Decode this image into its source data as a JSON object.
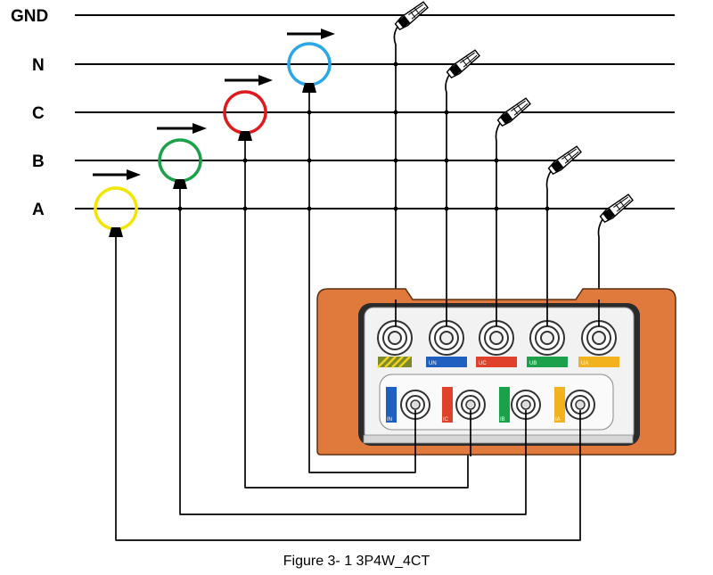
{
  "buses": [
    {
      "id": "gnd",
      "label": "GND"
    },
    {
      "id": "n",
      "label": "N"
    },
    {
      "id": "c",
      "label": "C"
    },
    {
      "id": "b",
      "label": "B"
    },
    {
      "id": "a",
      "label": "A"
    }
  ],
  "current_clamps": [
    {
      "phase": "A",
      "color": "#f2e600"
    },
    {
      "phase": "B",
      "color": "#1aa14a"
    },
    {
      "phase": "C",
      "color": "#e0191f"
    },
    {
      "phase": "N",
      "color": "#2aa7e6"
    }
  ],
  "voltage_ports": [
    {
      "label": "",
      "color": "#7b8a2a"
    },
    {
      "label": "UN",
      "color": "#1f5fc0"
    },
    {
      "label": "UC",
      "color": "#e0412a"
    },
    {
      "label": "UB",
      "color": "#1aa14a"
    },
    {
      "label": "UA",
      "color": "#f2b21e"
    }
  ],
  "current_ports": [
    {
      "label": "IN",
      "color": "#1f5fc0"
    },
    {
      "label": "IC",
      "color": "#e0412a"
    },
    {
      "label": "IB",
      "color": "#1aa14a"
    },
    {
      "label": "IA",
      "color": "#f2b21e"
    }
  ],
  "device": {
    "body_color": "#e07a3c"
  },
  "caption": "Figure 3- 1 3P4W_4CT"
}
